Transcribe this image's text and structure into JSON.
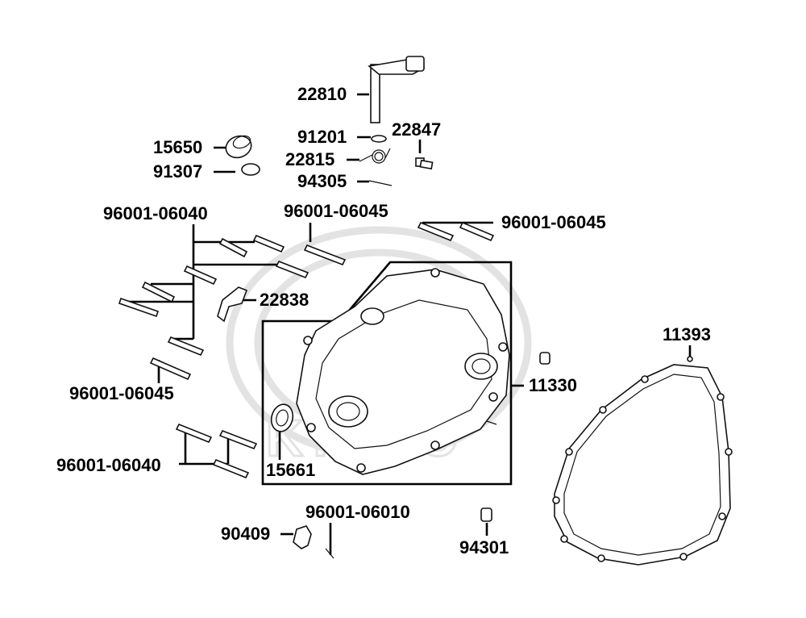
{
  "parts": [
    {
      "id": "p22810",
      "number": "22810"
    },
    {
      "id": "p91201",
      "number": "91201"
    },
    {
      "id": "p22847",
      "number": "22847"
    },
    {
      "id": "p15650",
      "number": "15650"
    },
    {
      "id": "p22815",
      "number": "22815"
    },
    {
      "id": "p91307",
      "number": "91307"
    },
    {
      "id": "p94305",
      "number": "94305"
    },
    {
      "id": "p96001_06040_a",
      "number": "96001-06040"
    },
    {
      "id": "p96001_06045_a",
      "number": "96001-06045"
    },
    {
      "id": "p96001_06045_b",
      "number": "96001-06045"
    },
    {
      "id": "p22838",
      "number": "22838"
    },
    {
      "id": "p11393",
      "number": "11393"
    },
    {
      "id": "p11330",
      "number": "11330"
    },
    {
      "id": "p96001_06045_c",
      "number": "96001-06045"
    },
    {
      "id": "p96001_06040_b",
      "number": "96001-06040"
    },
    {
      "id": "p15661",
      "number": "15661"
    },
    {
      "id": "p96001_06010",
      "number": "96001-06010"
    },
    {
      "id": "p90409",
      "number": "90409"
    },
    {
      "id": "p94301",
      "number": "94301"
    }
  ],
  "watermark": "KYMCO",
  "colors": {
    "line": "#000000",
    "watermark": "#e3e3e3",
    "background": "#ffffff"
  }
}
